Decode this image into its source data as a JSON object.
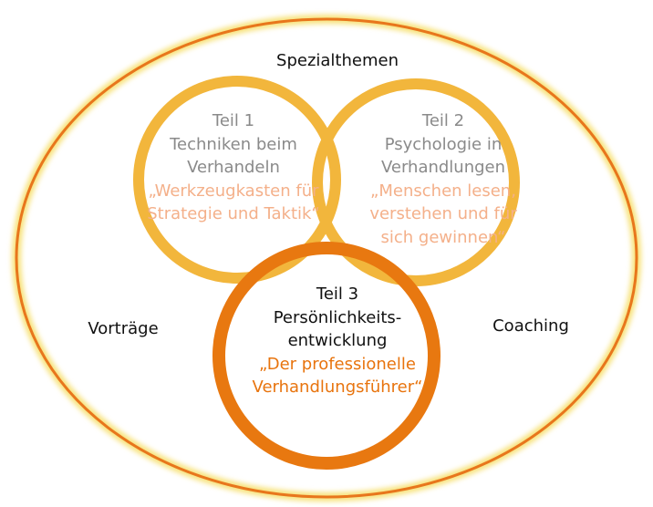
{
  "outer_label": "Spezialthemen",
  "left_label": "Vorträge",
  "right_label": "Coaching",
  "circles": [
    {
      "title": "Teil 1",
      "subtitle_lines": [
        "Techniken beim",
        "Verhandeln"
      ],
      "quote_lines": [
        "„Werkzeugkasten für",
        "Strategie und Taktik“"
      ]
    },
    {
      "title": "Teil 2",
      "subtitle_lines": [
        "Psychologie in",
        "Verhandlungen"
      ],
      "quote_lines": [
        "„Menschen lesen,",
        "verstehen und für",
        "sich gewinnen“"
      ]
    },
    {
      "title": "Teil 3",
      "subtitle_lines": [
        "Persönlichkeits-",
        "entwicklung"
      ],
      "quote_lines": [
        "„Der professionelle",
        "Verhandlungsführer“"
      ]
    }
  ],
  "colors": {
    "outer": "#e8761c",
    "gold": "#f2b63c",
    "teil3": "#e87810",
    "quote": "#f4b08a"
  }
}
